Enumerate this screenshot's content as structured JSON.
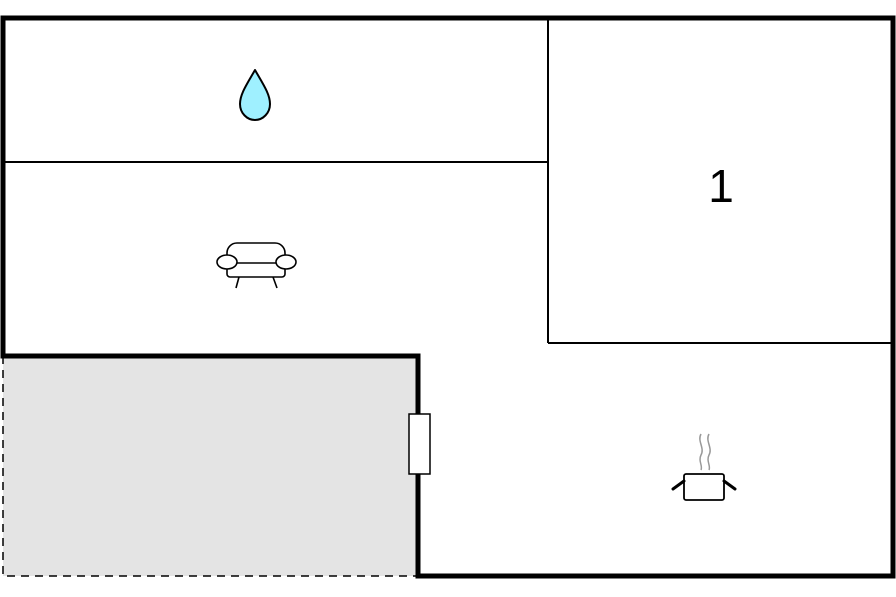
{
  "floorplan": {
    "rooms": [
      {
        "id": "bathroom",
        "icon": "water-drop-icon"
      },
      {
        "id": "living-room",
        "icon": "sofa-icon"
      },
      {
        "id": "bedroom",
        "label": "1"
      },
      {
        "id": "kitchen",
        "icon": "cooking-pot-icon"
      },
      {
        "id": "terrace",
        "icon": ""
      }
    ],
    "colors": {
      "wall": "#000000",
      "water": "#9ff0ff",
      "terrace_fill": "#e4e4e4",
      "steam": "#999999",
      "background": "#ffffff"
    }
  }
}
